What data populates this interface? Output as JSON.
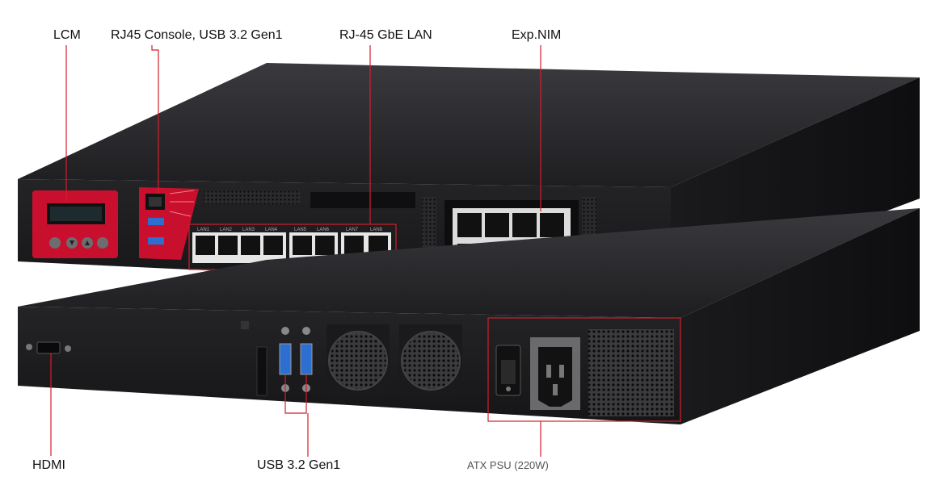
{
  "labels": {
    "lcm": "LCM",
    "console_usb": "RJ45 Console, USB 3.2 Gen1",
    "gbe_lan": "RJ-45 GbE LAN",
    "exp_nim": "Exp.NIM",
    "hdmi": "HDMI",
    "usb_rear": "USB 3.2 Gen1",
    "psu": "ATX PSU (220W)"
  },
  "port_labels": [
    "LAN1",
    "LAN2",
    "LAN3",
    "LAN4",
    "LAN5",
    "LAN6",
    "LAN7",
    "LAN8"
  ],
  "colors": {
    "accent_line": "#d11f2a",
    "chassis": "#1c1c1e",
    "chassis_top": "#2b2b2e",
    "front_red": "#c8102e"
  }
}
